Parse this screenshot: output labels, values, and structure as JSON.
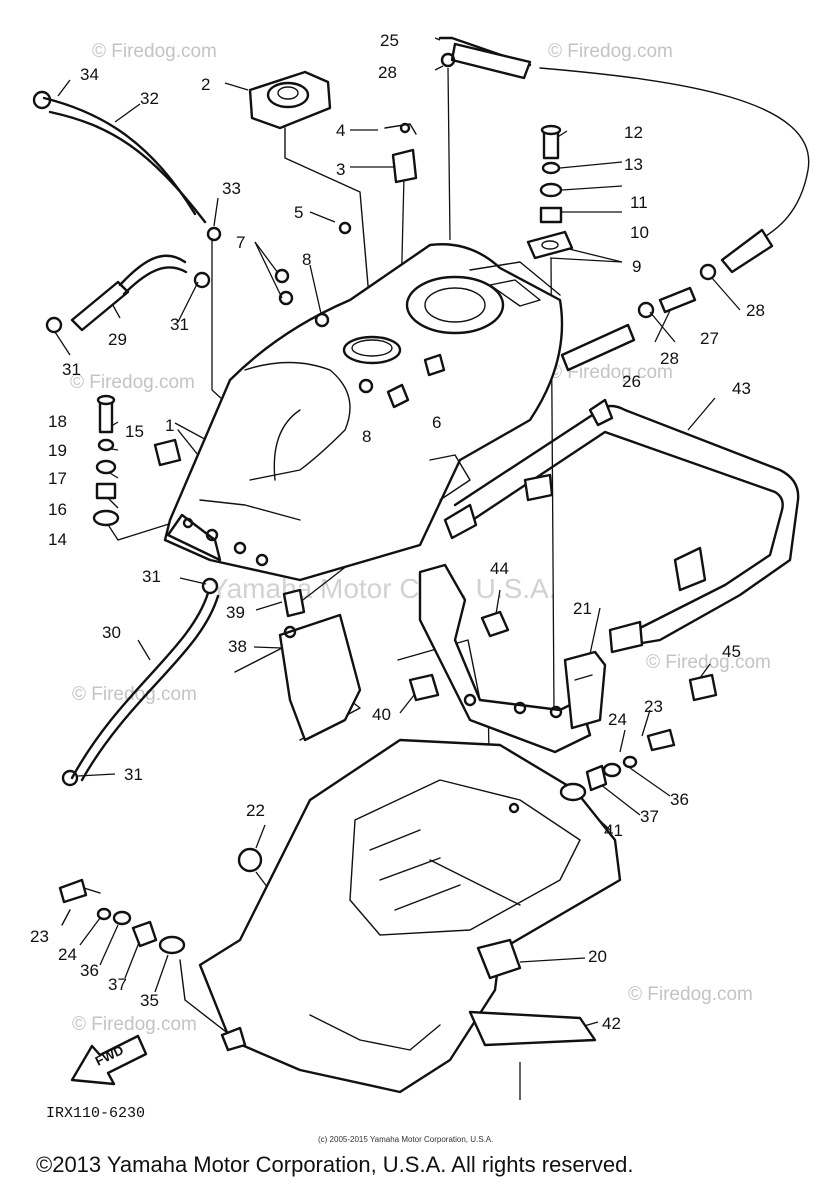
{
  "watermarks": [
    "© Firedog.com",
    "© Firedog.com",
    "© Firedog.com",
    "© Firedog.com",
    "© Firedog.com",
    "© Firedog.com",
    "© Firedog.com",
    "© Firedog.com"
  ],
  "center_watermark": "Yamaha Motor Corp. U.S.A.",
  "callouts": [
    "1",
    "2",
    "3",
    "4",
    "5",
    "6",
    "7",
    "8",
    "8",
    "9",
    "10",
    "11",
    "12",
    "13",
    "14",
    "15",
    "16",
    "17",
    "18",
    "19",
    "20",
    "21",
    "22",
    "23",
    "23",
    "24",
    "24",
    "25",
    "26",
    "27",
    "28",
    "28",
    "28",
    "29",
    "30",
    "31",
    "31",
    "31",
    "31",
    "32",
    "33",
    "34",
    "35",
    "36",
    "36",
    "37",
    "37",
    "38",
    "39",
    "40",
    "41",
    "42",
    "43",
    "44",
    "45"
  ],
  "diagram_code": "IRX110-6230",
  "fwd_label": "FWD",
  "small_copyright": "(c) 2005-2015 Yamaha Motor Corporation, U.S.A.",
  "copyright": "©2013 Yamaha Motor Corporation, U.S.A. All rights reserved."
}
